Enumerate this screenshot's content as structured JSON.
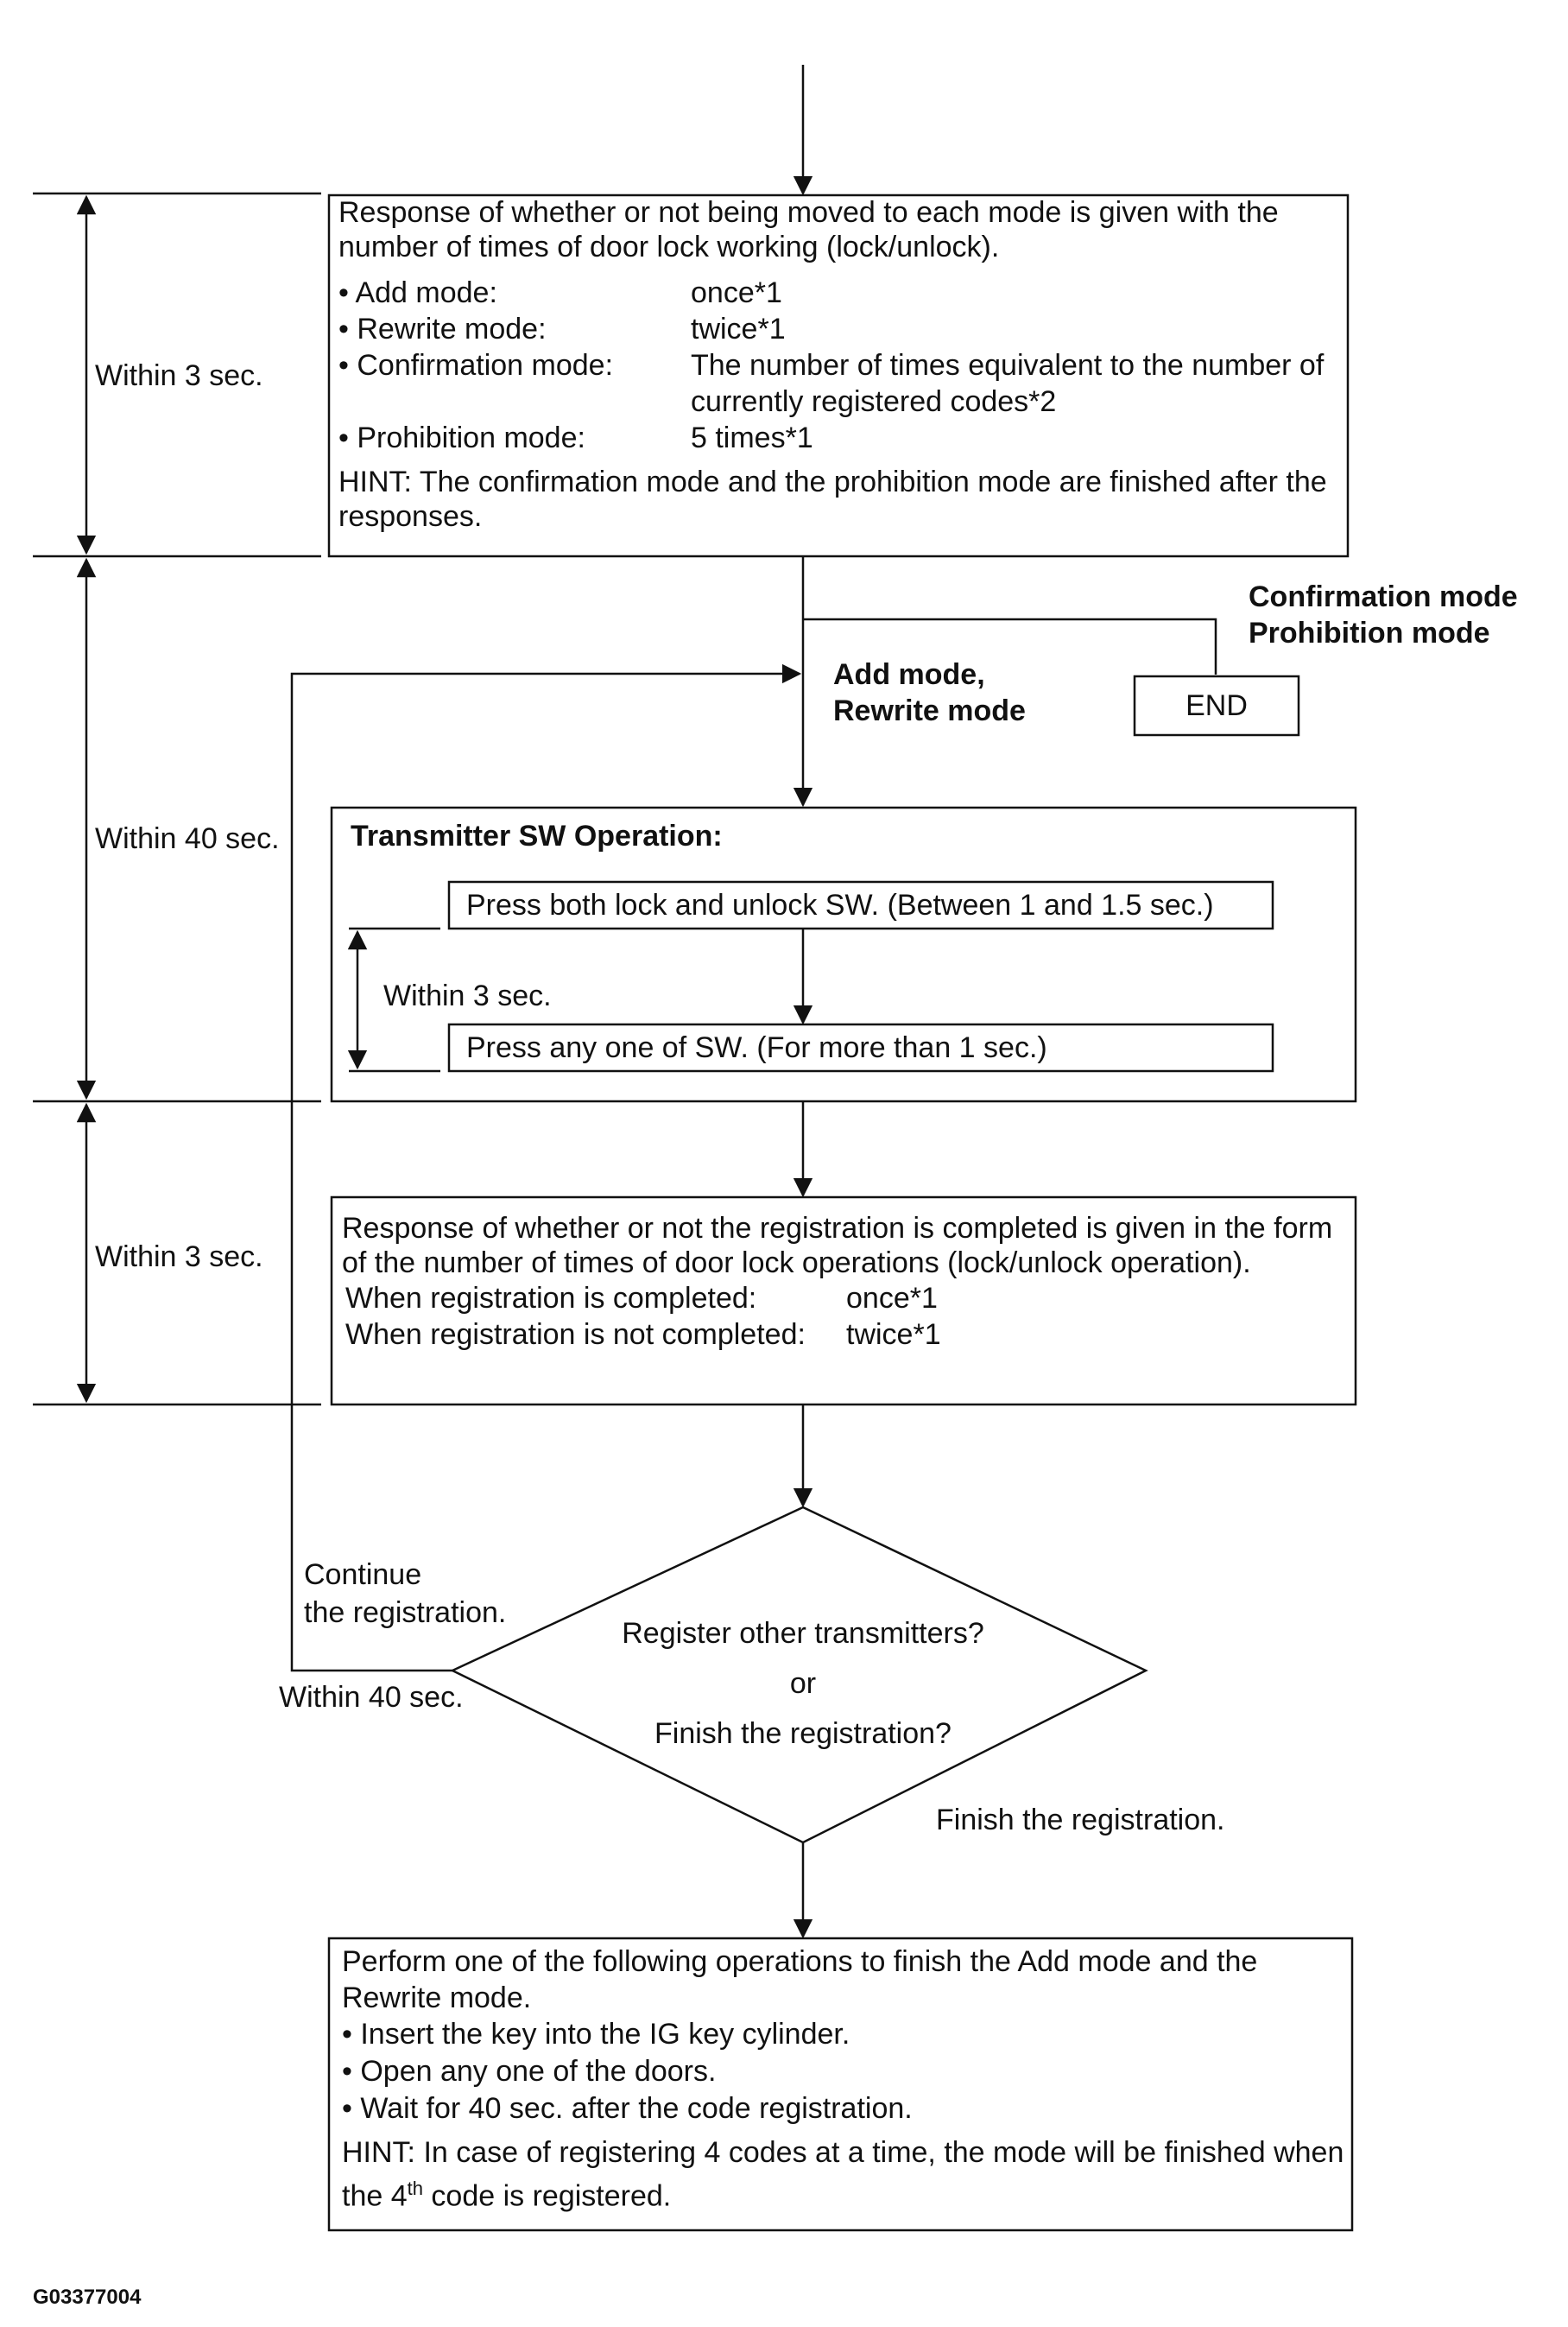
{
  "box1": {
    "intro": "Response of whether or not being moved to each mode is given with the number of times of door lock working (lock/unlock).",
    "modes": [
      {
        "label": "• Add mode:",
        "value": "once*1"
      },
      {
        "label": "• Rewrite mode:",
        "value": "twice*1"
      },
      {
        "label": "• Confirmation mode:",
        "value": "The number of times equivalent to the number of currently registered codes*2"
      },
      {
        "label": "• Prohibition mode:",
        "value": "5 times*1"
      }
    ],
    "hint": "HINT: The confirmation mode and the prohibition mode are finished after the responses."
  },
  "branch_end": {
    "label_line1": "Confirmation mode",
    "label_line2": "Prohibition mode",
    "end_box": "END"
  },
  "branch_add": {
    "line1": "Add mode,",
    "line2": "Rewrite mode"
  },
  "box2": {
    "title": "Transmitter SW Operation:",
    "step1": "Press both lock and unlock SW. (Between 1 and 1.5 sec.)",
    "step_time": "Within 3 sec.",
    "step2": "Press any one of SW. (For more than 1 sec.)"
  },
  "box3": {
    "intro": "Response of whether or not the registration is completed is given in the form of the number of times of door lock operations (lock/unlock operation).",
    "completed_label": "When registration is completed:",
    "completed_value": "once*1",
    "not_completed_label": "When registration is not completed:",
    "not_completed_value": "twice*1"
  },
  "decision": {
    "line1": "Register other transmitters?",
    "line2": "or",
    "line3": "Finish the registration?",
    "continue_line1": "Continue",
    "continue_line2": "the registration.",
    "continue_time": "Within 40 sec.",
    "finish": "Finish the registration."
  },
  "box4": {
    "intro": "Perform one of the following operations to finish the Add mode and the Rewrite mode.",
    "items": [
      "• Insert the key into the IG key cylinder.",
      "• Open any one of the doors.",
      "• Wait for 40 sec. after the code registration."
    ],
    "hint_before": "HINT: In case of registering 4 codes at a time, the mode will be finished when the 4",
    "hint_sup": "th",
    "hint_after": " code is registered."
  },
  "timeline": {
    "t1": "Within 3 sec.",
    "t2": "Within 40 sec.",
    "t3": "Within 3 sec."
  },
  "figure_code": "G03377004"
}
